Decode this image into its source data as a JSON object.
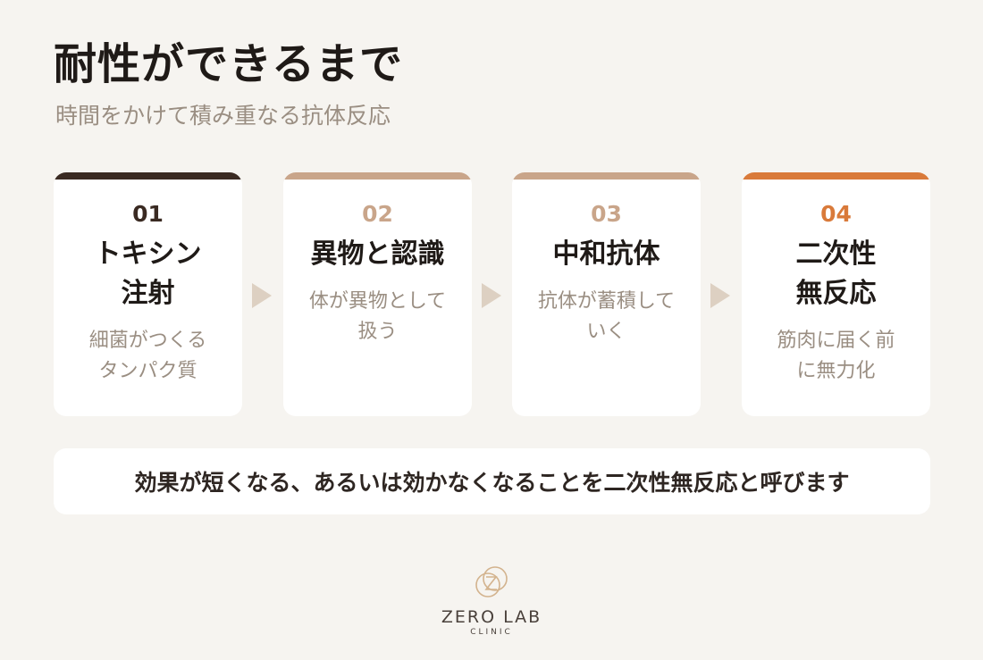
{
  "title": "耐性ができるまで",
  "subtitle": "時間をかけて積み重なる抗体反応",
  "steps": [
    {
      "num": "01",
      "heading": "トキシン\n注射",
      "desc": "細菌がつくる\nタンパク質",
      "accent": "#3a2a22",
      "num_color": "#3a2a22"
    },
    {
      "num": "02",
      "heading": "異物と認識",
      "desc": "体が異物として\n扱う",
      "accent": "#c9a58a",
      "num_color": "#c9a58a"
    },
    {
      "num": "03",
      "heading": "中和抗体",
      "desc": "抗体が蓄積して\nいく",
      "accent": "#c9a58a",
      "num_color": "#c9a58a"
    },
    {
      "num": "04",
      "heading": "二次性\n無反応",
      "desc": "筋肉に届く前\nに無力化",
      "accent": "#d97a3a",
      "num_color": "#d97a3a"
    }
  ],
  "note": "効果が短くなる、あるいは効かなくなることを二次性無反応と呼びます",
  "logo": {
    "brand": "ZERO LAB",
    "sub": "CLINIC",
    "icon": "zero-lab-logo-icon"
  },
  "colors": {
    "background": "#f6f4f0",
    "card": "#ffffff",
    "muted_text": "#9a8e82",
    "arrow": "#ddd0c2"
  }
}
